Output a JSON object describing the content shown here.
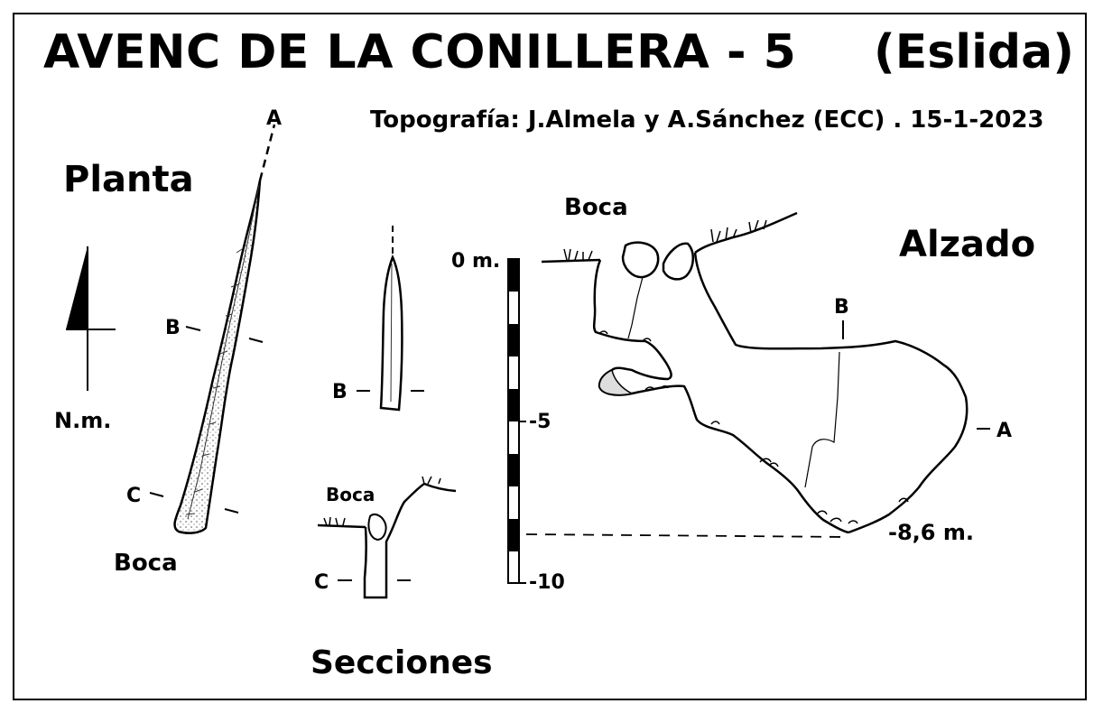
{
  "title": "AVENC DE LA CONILLERA - 5",
  "location": "(Eslida)",
  "credit": "Topografía: J.Almela y A.Sánchez (ECC) . 15-1-2023",
  "planta": {
    "heading": "Planta",
    "north_label": "N.m.",
    "point_a": "A",
    "point_b": "B",
    "point_c": "C",
    "entrance": "Boca"
  },
  "secciones": {
    "heading": "Secciones",
    "section_b": "B",
    "section_c": "C",
    "entrance": "Boca"
  },
  "alzado": {
    "heading": "Alzado",
    "entrance": "Boca",
    "point_a": "A",
    "point_b": "B",
    "scale_labels": [
      "0 m.",
      "-5",
      "-10"
    ],
    "max_depth": "-8,6 m."
  }
}
